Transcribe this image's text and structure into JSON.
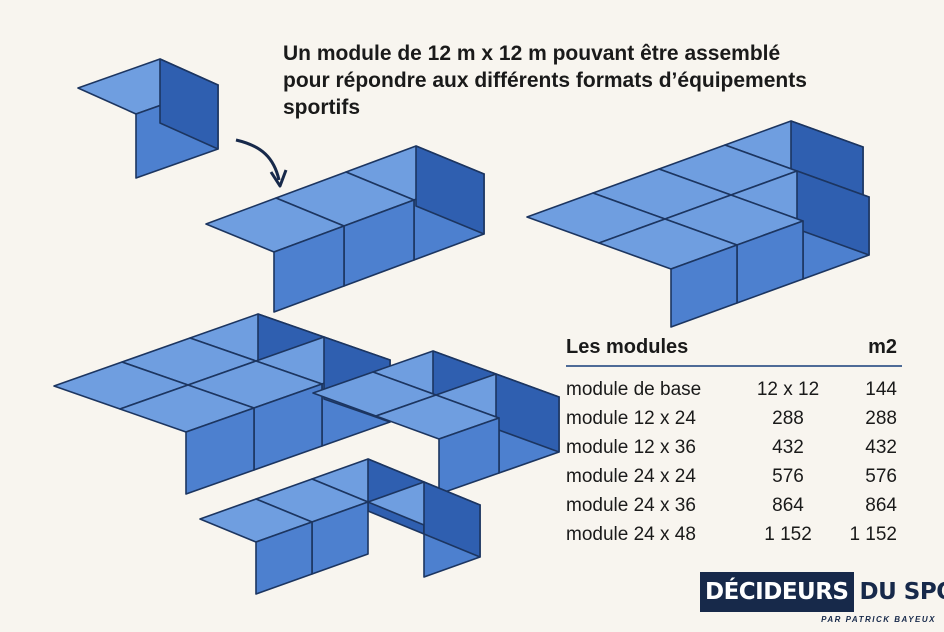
{
  "headline": {
    "line1": "Un module de 12 m x 12 m pouvant être assemblé",
    "line2": "pour répondre aux différents formats d’équipements",
    "line3": "sportifs"
  },
  "colors": {
    "top": "#6f9ee0",
    "left": "#4d80cf",
    "right": "#2f5fb0",
    "edge": "#1c3560",
    "background": "#f8f5ef",
    "brand_dark": "#17294a"
  },
  "illustrations": [
    {
      "name": "single-module-cube",
      "cells": [
        [
          0,
          0
        ]
      ]
    },
    {
      "name": "assembly-12x36-cubes",
      "cells": [
        [
          0,
          0
        ],
        [
          1,
          0
        ],
        [
          2,
          0
        ]
      ]
    },
    {
      "name": "assembly-24x48-cubes",
      "cells": [
        [
          0,
          0
        ],
        [
          1,
          0
        ],
        [
          2,
          0
        ],
        [
          3,
          0
        ],
        [
          0,
          1
        ],
        [
          1,
          1
        ],
        [
          2,
          1
        ]
      ]
    },
    {
      "name": "assembly-24x36-cubes",
      "cells": [
        [
          0,
          0
        ],
        [
          1,
          0
        ],
        [
          2,
          0
        ],
        [
          0,
          1
        ],
        [
          1,
          1
        ],
        [
          2,
          1
        ]
      ]
    },
    {
      "name": "assembly-24x24-cubes",
      "cells": [
        [
          0,
          0
        ],
        [
          1,
          0
        ],
        [
          0,
          1
        ],
        [
          1,
          1
        ]
      ]
    },
    {
      "name": "assembly-l-shape-cubes",
      "cells": [
        [
          0,
          0
        ],
        [
          1,
          0
        ],
        [
          2,
          0
        ],
        [
          2,
          1
        ]
      ]
    }
  ],
  "arrow_icon": "curved-arrow-icon",
  "table": {
    "header_label": "Les modules",
    "header_unit": "m2",
    "rows": [
      {
        "name": "module de base",
        "dims": "12 x 12",
        "m2": "144"
      },
      {
        "name": "module 12 x 24",
        "dims": "288",
        "m2": "288"
      },
      {
        "name": "module 12 x 36",
        "dims": "432",
        "m2": "432"
      },
      {
        "name": "module 24 x 24",
        "dims": "576",
        "m2": "576"
      },
      {
        "name": "module 24 x 36",
        "dims": "864",
        "m2": "864"
      },
      {
        "name": "module 24 x 48",
        "dims": "1 152",
        "m2": "1 152"
      }
    ]
  },
  "logo": {
    "dark_text": "DÉCIDEURS",
    "light_text": "DU SPORT",
    "byline": "PAR PATRICK BAYEUX"
  }
}
